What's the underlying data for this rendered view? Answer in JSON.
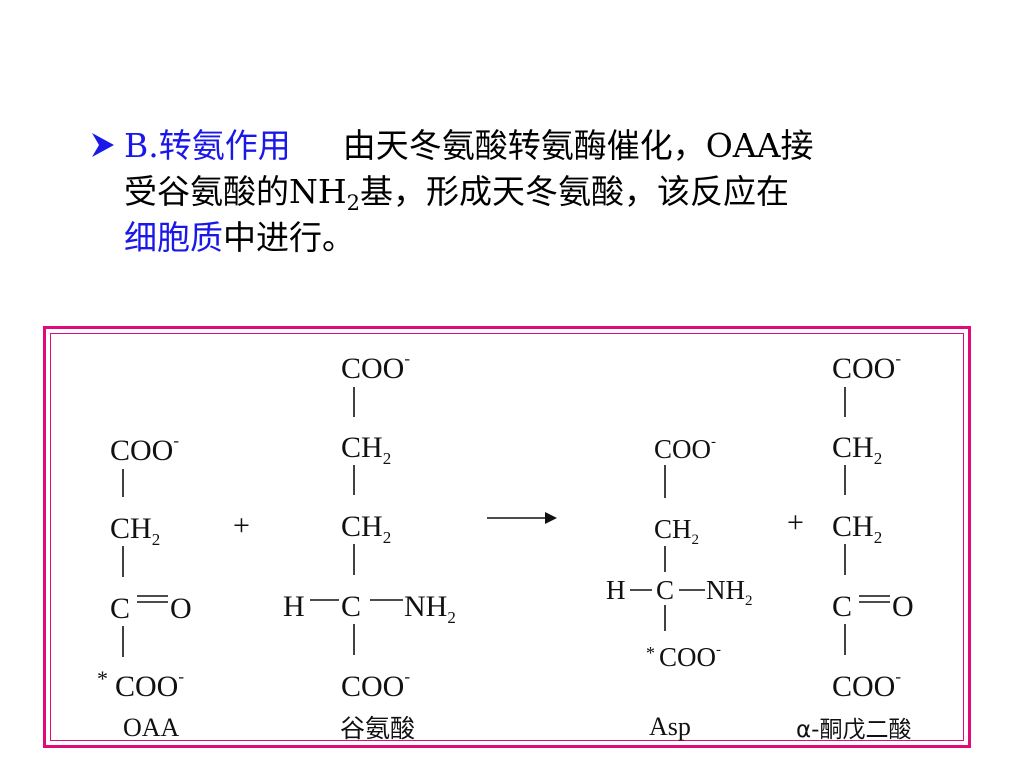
{
  "bullet_icon": "arrowhead-bullet-icon",
  "colors": {
    "text": "#000000",
    "highlight": "#1a18e8",
    "frame": "#e00a7a"
  },
  "text": {
    "heading": "B.转氨作用",
    "line1_rest": "由天冬氨酸转氨酶催化，OAA接",
    "line2_a": "受谷氨酸的NH",
    "line2_sub": "2",
    "line2_b": "基，形成天冬氨酸，该反应在",
    "line3_highlight": "细胞质",
    "line3_rest": "中进行。"
  },
  "figure": {
    "groups": {
      "coo": "COO",
      "coo_minus": "-",
      "ch": "CH",
      "sub2": "2",
      "c": "C",
      "o": "O",
      "h": "H",
      "nh": "NH",
      "star": "*",
      "plus": "+"
    },
    "labels": {
      "oaa": "OAA",
      "glutamate": "谷氨酸",
      "asp": "Asp",
      "akg": "α-酮戊二酸"
    }
  }
}
